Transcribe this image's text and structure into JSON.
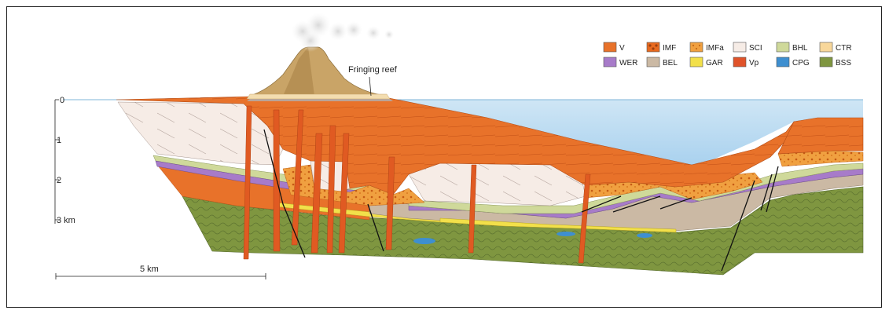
{
  "annotation": {
    "fringing_reef": "Fringing reef"
  },
  "depth_axis": {
    "ticks": [
      "0",
      "1",
      "2",
      "3 km"
    ]
  },
  "scale_bar": {
    "label": "5 km"
  },
  "legend": [
    {
      "code": "V",
      "color": "#e8722a",
      "pattern": "solid"
    },
    {
      "code": "IMF",
      "color": "#e86a1f",
      "pattern": "blocks"
    },
    {
      "code": "IMFa",
      "color": "#f0a040",
      "pattern": "dots"
    },
    {
      "code": "SCI",
      "color": "#f6ece6",
      "pattern": "solid"
    },
    {
      "code": "BHL",
      "color": "#cfd99a",
      "pattern": "solid"
    },
    {
      "code": "CTR",
      "color": "#f8d79a",
      "pattern": "solid"
    },
    {
      "code": "WER",
      "color": "#a77bc9",
      "pattern": "solid"
    },
    {
      "code": "BEL",
      "color": "#cbb9a4",
      "pattern": "solid"
    },
    {
      "code": "GAR",
      "color": "#f2e04a",
      "pattern": "solid"
    },
    {
      "code": "Vp",
      "color": "#e0532a",
      "pattern": "solid"
    },
    {
      "code": "CPG",
      "color": "#3e8fd0",
      "pattern": "solid"
    },
    {
      "code": "BSS",
      "color": "#7f9640",
      "pattern": "solid"
    }
  ]
}
